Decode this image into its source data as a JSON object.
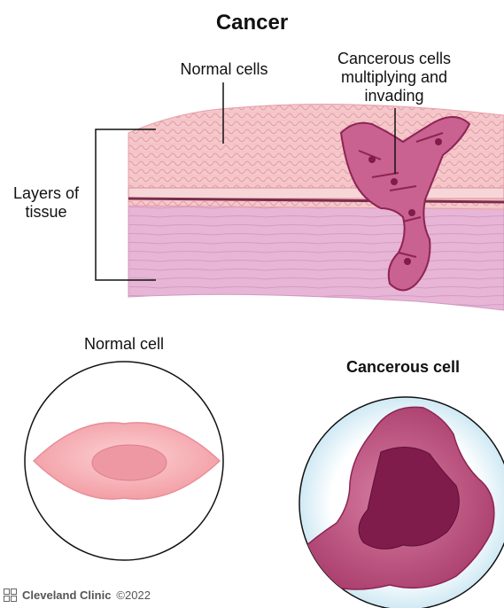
{
  "title": "Cancer",
  "labels": {
    "normal_cells": "Normal cells",
    "cancerous_cells": "Cancerous cells multiplying and invading",
    "layers": "Layers of tissue",
    "normal_cell": "Normal cell",
    "cancerous_cell": "Cancerous cell"
  },
  "footer": {
    "brand": "Cleveland Clinic",
    "copyright": "©2022"
  },
  "colors": {
    "epithelium": "#f2c1c5",
    "epithelium_line": "#e59aa4",
    "basal": "#7a2d4c",
    "connective": "#e8b4d4",
    "connective_line": "#d59ac0",
    "cancer_fill": "#c65a86",
    "cancer_dark": "#8d2454",
    "normal_cell_outer": "#f4a9ad",
    "normal_cell_nucleus": "#ea8f9a",
    "cancer_cell_outer": "#b84a78",
    "cancer_cell_nucleus": "#7f1c4b"
  }
}
